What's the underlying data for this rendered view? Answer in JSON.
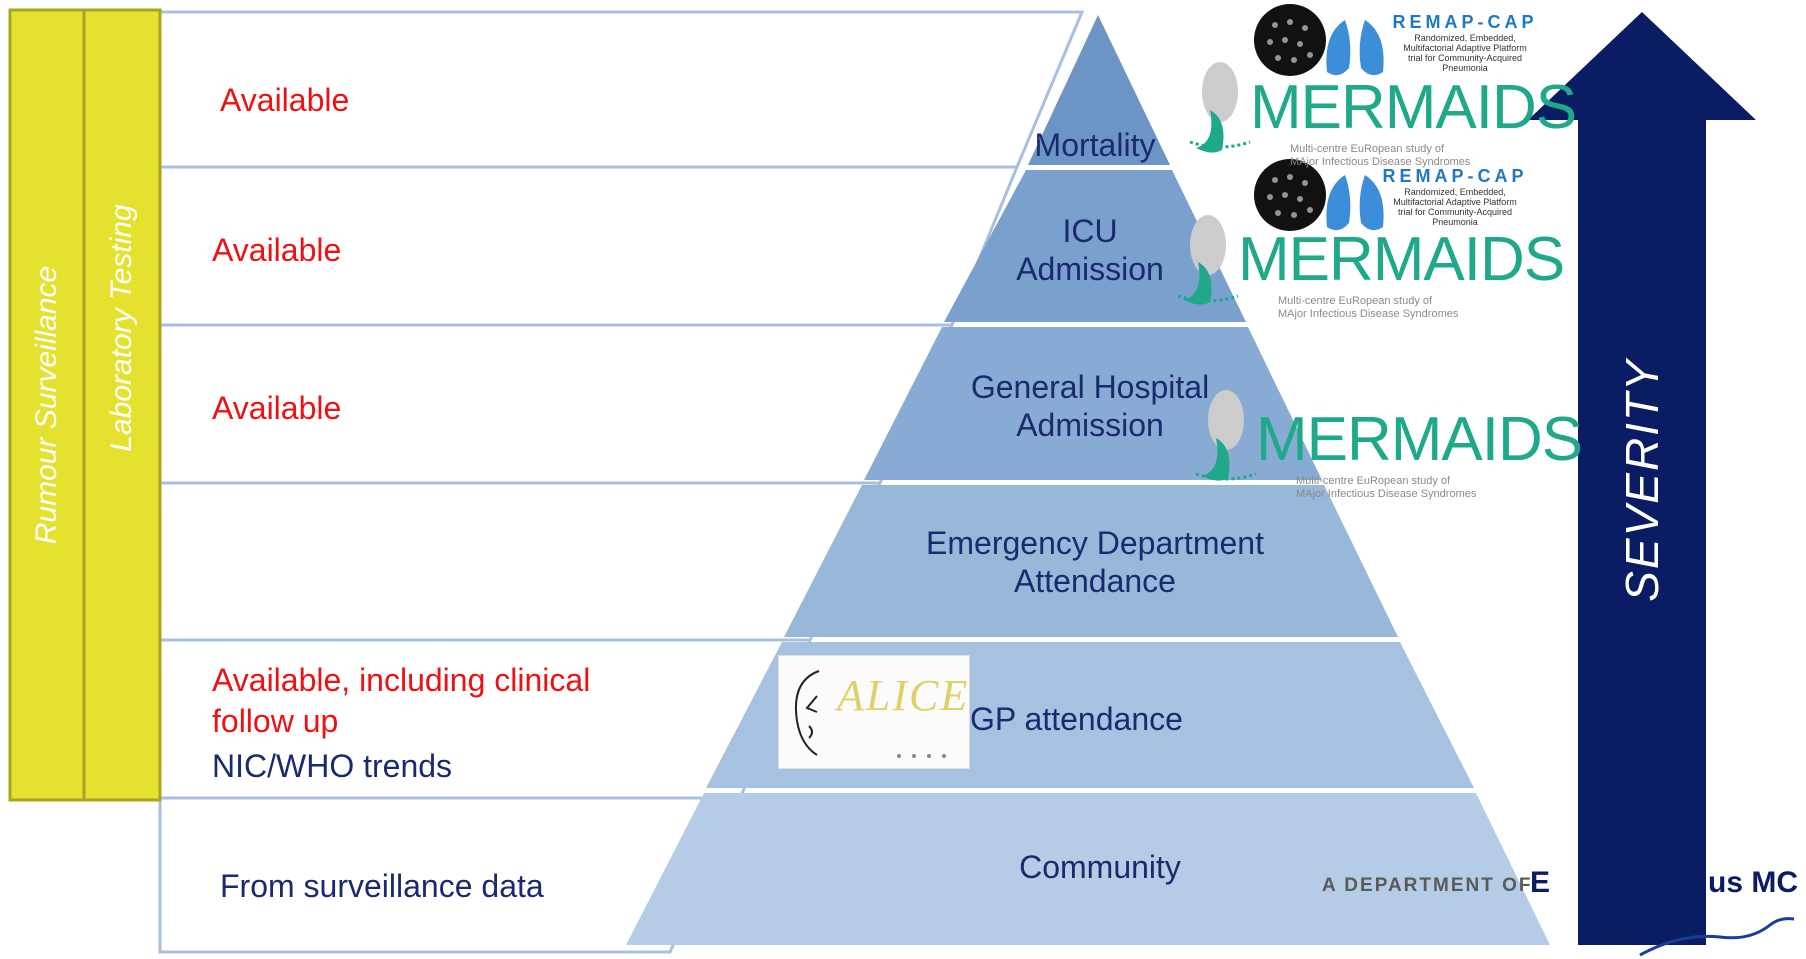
{
  "side_labels": {
    "rumour": "Rumour Surveillance",
    "lab": "Laboratory Testing"
  },
  "rows": [
    {
      "lines": [
        "Available"
      ],
      "colors": [
        "red"
      ]
    },
    {
      "lines": [
        "Available"
      ],
      "colors": [
        "red"
      ]
    },
    {
      "lines": [
        "Available"
      ],
      "colors": [
        "red"
      ]
    },
    {
      "lines": [],
      "colors": []
    },
    {
      "lines": [
        "Available, including clinical",
        "follow up",
        "NIC/WHO trends"
      ],
      "colors": [
        "red",
        "red",
        "navy"
      ]
    },
    {
      "lines": [
        "From surveillance data"
      ],
      "colors": [
        "navy"
      ]
    }
  ],
  "pyramid": {
    "tiers": [
      {
        "line1": "Mortality",
        "line2": ""
      },
      {
        "line1": "ICU",
        "line2": "Admission"
      },
      {
        "line1": "General Hospital",
        "line2": "Admission"
      },
      {
        "line1": "Emergency Department",
        "line2": "Attendance"
      },
      {
        "line1": "GP attendance",
        "line2": ""
      },
      {
        "line1": "Community",
        "line2": ""
      }
    ]
  },
  "severity_label": "SEVERITY",
  "logos": {
    "remapcap": {
      "title": "REMAP-CAP",
      "sub": [
        "Randomized, Embedded,",
        "Multifactorial Adaptive Platform",
        "trial for Community-Acquired",
        "Pneumonia"
      ]
    },
    "mermaids": {
      "title": "MERMAIDS",
      "sub": [
        "Multi-centre EuRopean study of",
        "MAjor Infectious Disease Syndromes"
      ]
    },
    "alice": {
      "title": "ALICE"
    }
  },
  "footer": {
    "dept": "A DEPARTMENT OF",
    "brand_start": "E",
    "brand_end": "us MC"
  },
  "colors": {
    "yellow": "#e5e12f",
    "yellow_border": "#a8a41f",
    "outline": "#a9bfe0",
    "arrow": "#0a1c63",
    "tiers": [
      "#6c95c6",
      "#7aa0cd",
      "#88abd3",
      "#98b8da",
      "#a6c2e0",
      "#b4cce5"
    ]
  }
}
